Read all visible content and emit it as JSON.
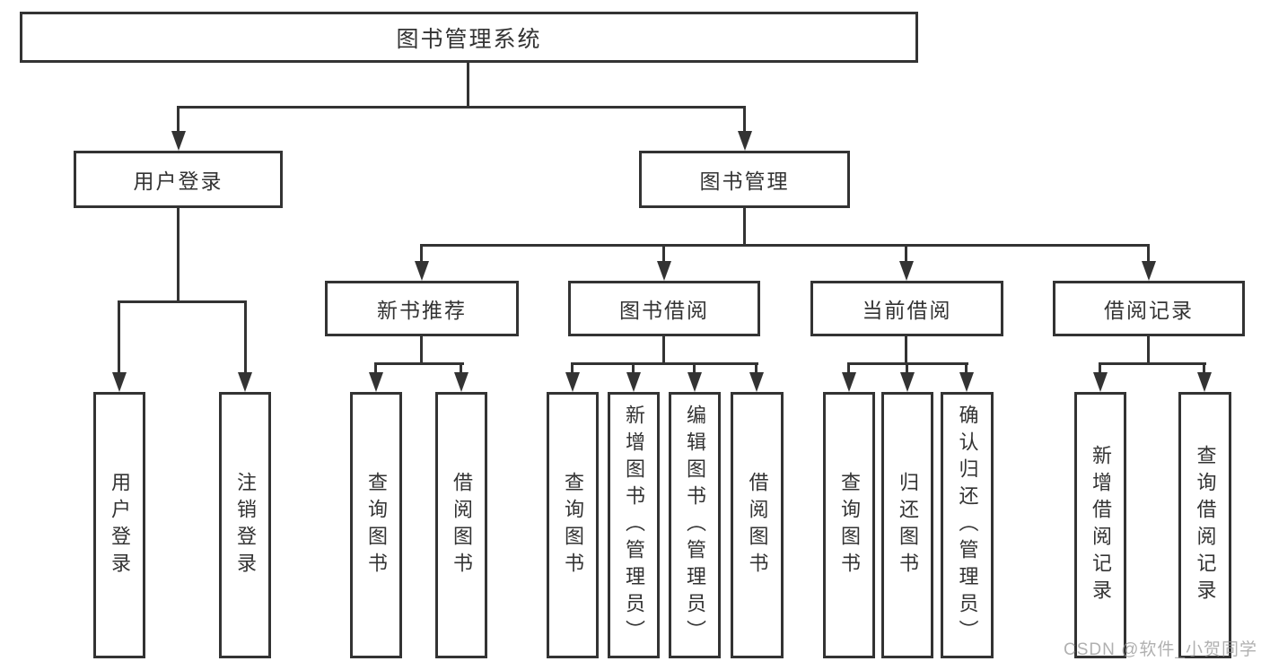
{
  "diagram": {
    "root": {
      "label": "图书管理系统"
    },
    "level2": {
      "user_login": {
        "label": "用户登录"
      },
      "book_management": {
        "label": "图书管理"
      }
    },
    "level3": {
      "new_book_recommend": {
        "label": "新书推荐"
      },
      "book_borrowing": {
        "label": "图书借阅"
      },
      "current_borrowing": {
        "label": "当前借阅"
      },
      "borrowing_records": {
        "label": "借阅记录"
      }
    },
    "leaves": {
      "user_login": {
        "label": "用户登录"
      },
      "logout": {
        "label": "注销登录"
      },
      "recommend_query_books": {
        "label": "查询图书"
      },
      "recommend_borrow_books": {
        "label": "借阅图书"
      },
      "borrow_query_books": {
        "label": "查询图书"
      },
      "borrow_add_books": {
        "label": "新增图书（管理员）"
      },
      "borrow_edit_books": {
        "label": "编辑图书（管理员）"
      },
      "borrow_borrow_books": {
        "label": "借阅图书"
      },
      "current_query_books": {
        "label": "查询图书"
      },
      "current_return_books": {
        "label": "归还图书"
      },
      "current_confirm_return": {
        "label": "确认归还（管理员）"
      },
      "records_add_record": {
        "label": "新增借阅记录"
      },
      "records_query_record": {
        "label": "查询借阅记录"
      }
    },
    "watermark": {
      "label": "CSDN @软件_小贺同学"
    },
    "colors": {
      "line": "#333333",
      "text": "#333333",
      "background": "#ffffff",
      "watermark": "#969696"
    }
  }
}
